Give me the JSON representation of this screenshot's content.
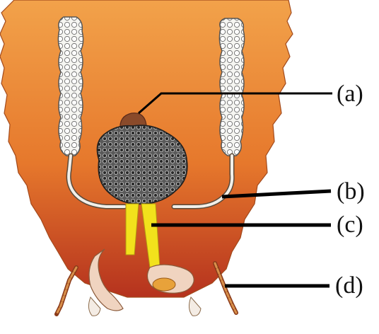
{
  "diagram": {
    "labels": [
      {
        "id": "a",
        "text": "(a)"
      },
      {
        "id": "b",
        "text": "(b)"
      },
      {
        "id": "c",
        "text": "(c)"
      },
      {
        "id": "d",
        "text": "(d)"
      }
    ],
    "colors": {
      "body_top": "#f2a13c",
      "body_bottom": "#b9311c",
      "gland": "#3a3a3a",
      "duct": "#f4e21a",
      "tube": "#f4f4f0",
      "leader_line": "#000000"
    }
  }
}
